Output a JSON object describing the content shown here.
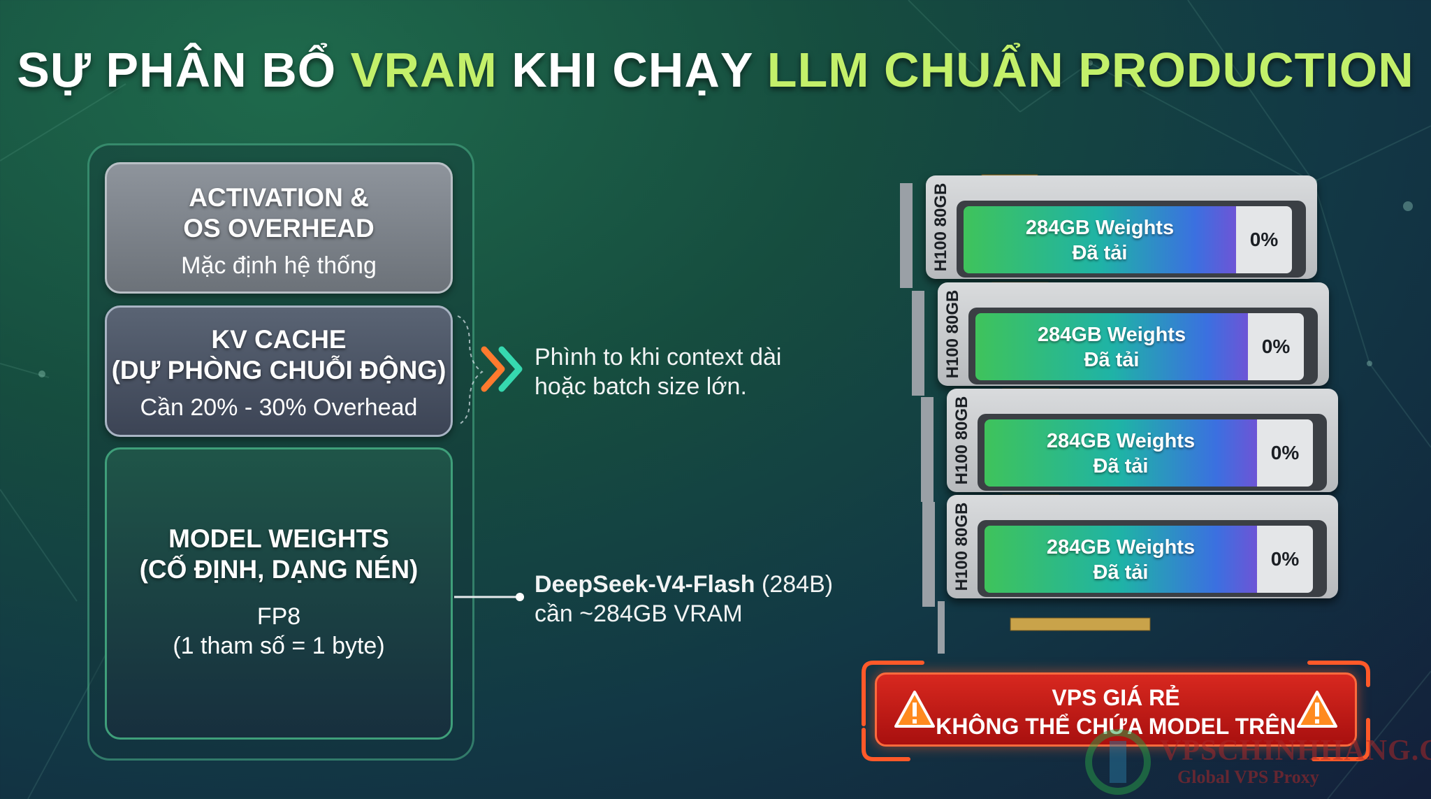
{
  "title": {
    "part1": "SỰ PHÂN BỔ ",
    "part2": "VRAM",
    "part3": " KHI CHẠY ",
    "part4": "LLM CHUẨN PRODUCTION"
  },
  "stack": {
    "activation": {
      "heading_line1": "ACTIVATION &",
      "heading_line2": "OS OVERHEAD",
      "sub": "Mặc định hệ thống"
    },
    "kv_cache": {
      "heading_line1": "KV CACHE",
      "heading_line2": "(DỰ PHÒNG CHUỖI ĐỘNG)",
      "sub": "Cần 20% - 30% Overhead"
    },
    "weights": {
      "heading_line1": "MODEL WEIGHTS",
      "heading_line2": "(CỐ ĐỊNH, DẠNG NÉN)",
      "sub_line1": "FP8",
      "sub_line2": "(1 tham số = 1 byte)"
    }
  },
  "kv_note": {
    "line1": "Phình to khi context dài",
    "line2": "hoặc batch size lớn."
  },
  "weights_note": {
    "model": "DeepSeek-V4-Flash",
    "params": " (284B)",
    "line2": "cần ~284GB VRAM"
  },
  "gpus": [
    {
      "label": "H100 80GB",
      "line1": "284GB Weights",
      "line2": "Đã tải",
      "percent": "0%"
    },
    {
      "label": "H100 80GB",
      "line1": "284GB Weights",
      "line2": "Đã tải",
      "percent": "0%"
    },
    {
      "label": "H100 80GB",
      "line1": "284GB Weights",
      "line2": "Đã tải",
      "percent": "0%"
    },
    {
      "label": "H100 80GB",
      "line1": "284GB Weights",
      "line2": "Đã tải",
      "percent": "0%"
    }
  ],
  "warning": {
    "line1": "VPS GIÁ RẺ",
    "line2": "KHÔNG THỂ CHỨA MODEL TRÊN"
  },
  "watermark": {
    "brand": "VPSCHINHHANG.COM",
    "tagline": "Global VPS Proxy"
  },
  "colors": {
    "accent": "#c3f06a",
    "warning": "#d8281f",
    "weights_border": "#3f9f7a"
  }
}
